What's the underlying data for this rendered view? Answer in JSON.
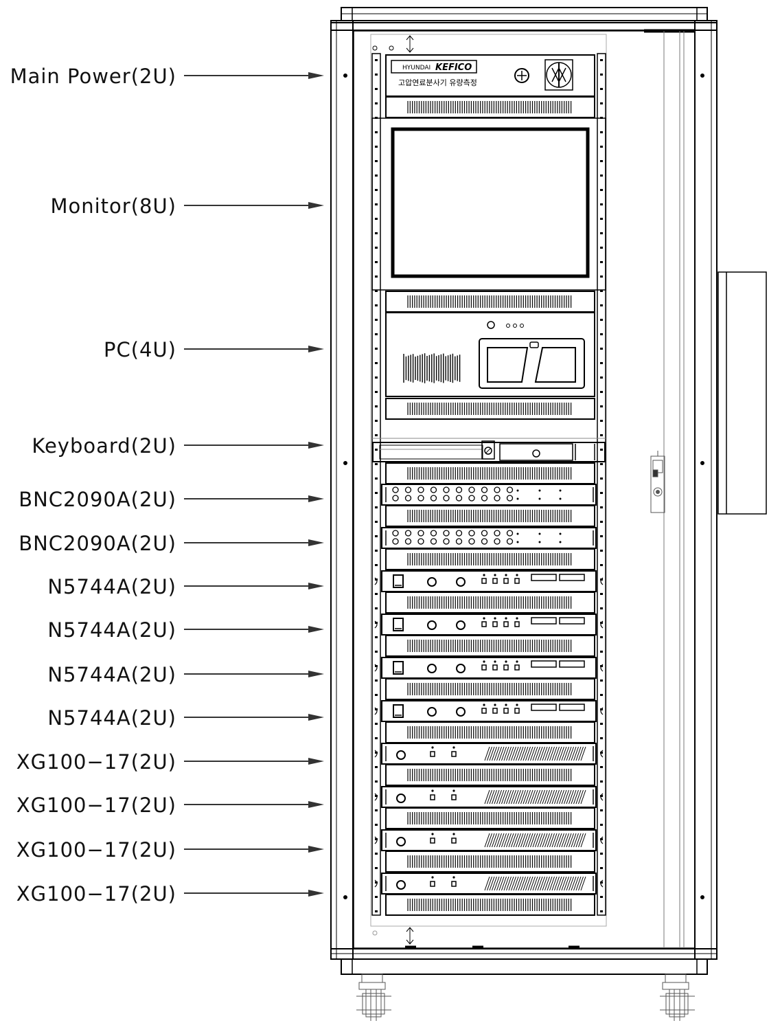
{
  "labels": [
    "Main Power(2U)",
    "Monitor(8U)",
    "PC(4U)",
    "Keyboard(2U)",
    "BNC2090A(2U)",
    "BNC2090A(2U)",
    "N5744A(2U)",
    "N5744A(2U)",
    "N5744A(2U)",
    "N5744A(2U)",
    "XG100−17(2U)",
    "XG100−17(2U)",
    "XG100−17(2U)",
    "XG100−17(2U)"
  ],
  "panel": {
    "brand_small": "HYUNDAI",
    "brand_main": "KEFICO",
    "caption": "고압연료분사기 유량측정"
  },
  "colors": {
    "line": "#000000",
    "arrow": "#333333",
    "light": "#aaaaaa"
  }
}
